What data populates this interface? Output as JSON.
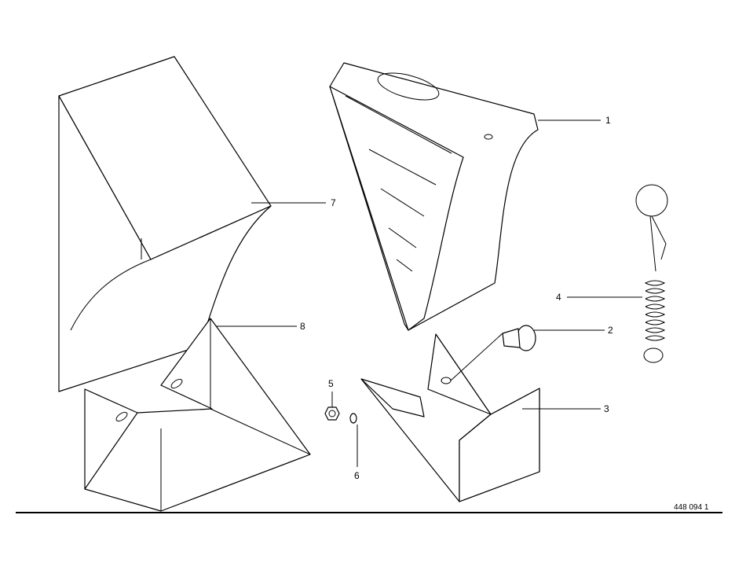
{
  "callouts": [
    {
      "number": "1",
      "part": "wheel-chock"
    },
    {
      "number": "2",
      "part": "carriage-bolt"
    },
    {
      "number": "3",
      "part": "chock-holder-bracket"
    },
    {
      "number": "4",
      "part": "spring-with-pin"
    },
    {
      "number": "5",
      "part": "nut"
    },
    {
      "number": "6",
      "part": "washer"
    },
    {
      "number": "7",
      "part": "wheel-chock-cover"
    },
    {
      "number": "8",
      "part": "holder-bracket"
    }
  ],
  "drawing_number": "448 094 1"
}
